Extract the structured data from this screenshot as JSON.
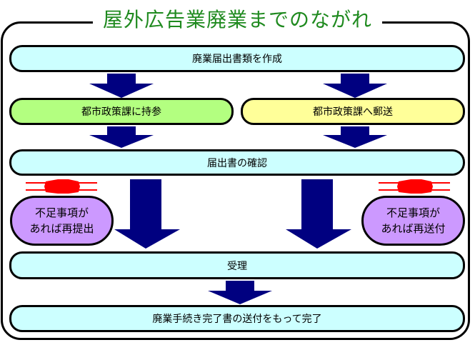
{
  "title": "屋外広告業廃業までのながれ",
  "colors": {
    "title": "#1f8a1f",
    "step_box": "#ccffff",
    "bring_box": "#b3ff80",
    "mail_box": "#ffff99",
    "deficiency_box": "#cc99ff",
    "arrow": "#000080",
    "warning": "#ff0000"
  },
  "steps": {
    "create": "廃業届出書類を作成",
    "bring": "都市政策課に持参",
    "mail": "都市政策課へ郵送",
    "confirm": "届出書の確認",
    "resubmit": [
      "不足事項が",
      "あれば再提出"
    ],
    "resend": [
      "不足事項が",
      "あれば再送付"
    ],
    "accept": "受理",
    "complete": "廃業手続き完了書の送付をもって完了"
  }
}
